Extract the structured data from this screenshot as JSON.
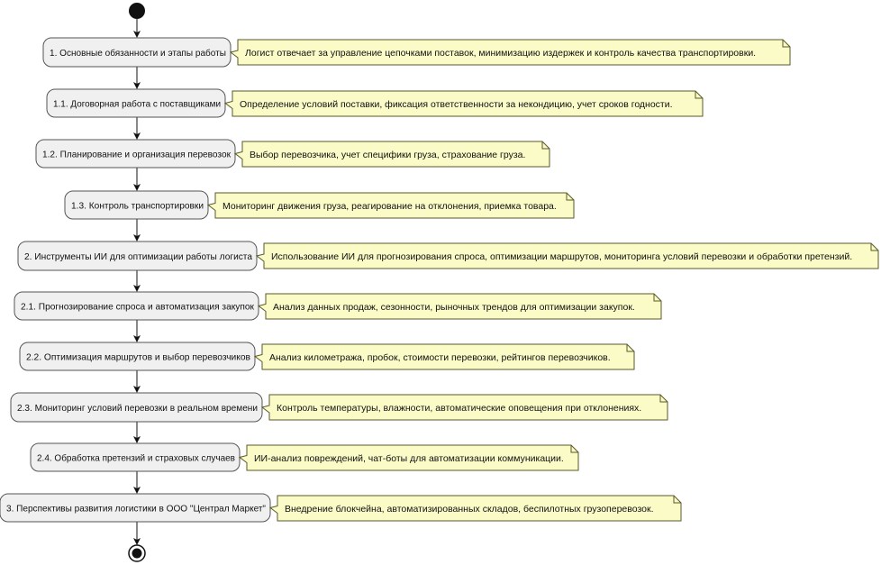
{
  "colors": {
    "node_fill": "#f0f0f0",
    "node_stroke": "#555555",
    "note_fill": "#fbfbc8",
    "note_stroke": "#5a5a28",
    "arrow": "#111111"
  },
  "steps": [
    {
      "label": "1. Основные обязанности и этапы работы",
      "note": "Логист отвечает за управление цепочками поставок, минимизацию издержек и контроль качества транспортировки."
    },
    {
      "label": "1.1. Договорная работа с поставщиками",
      "note": "Определение условий поставки, фиксация ответственности за некондицию, учет сроков годности."
    },
    {
      "label": "1.2. Планирование и организация перевозок",
      "note": "Выбор перевозчика, учет специфики груза, страхование груза."
    },
    {
      "label": "1.3. Контроль транспортировки",
      "note": "Мониторинг движения груза, реагирование на отклонения, приемка товара."
    },
    {
      "label": "2. Инструменты ИИ для оптимизации работы логиста",
      "note": "Использование ИИ для прогнозирования спроса, оптимизации маршрутов, мониторинга условий перевозки и обработки претензий."
    },
    {
      "label": "2.1. Прогнозирование спроса и автоматизация закупок",
      "note": "Анализ данных продаж, сезонности, рыночных трендов для оптимизации закупок."
    },
    {
      "label": "2.2. Оптимизация маршрутов и выбор перевозчиков",
      "note": "Анализ километража, пробок, стоимости перевозки, рейтингов перевозчиков."
    },
    {
      "label": "2.3. Мониторинг условий перевозки в реальном времени",
      "note": "Контроль температуры, влажности, автоматические оповещения при отклонениях."
    },
    {
      "label": "2.4. Обработка претензий и страховых случаев",
      "note": "ИИ-анализ повреждений, чат-боты для автоматизации коммуникации."
    },
    {
      "label": "3. Перспективы развития логистики в ООО \"Централ Маркет\"",
      "note": "Внедрение блокчейна, автоматизированных складов, беспилотных грузоперевозок."
    }
  ]
}
